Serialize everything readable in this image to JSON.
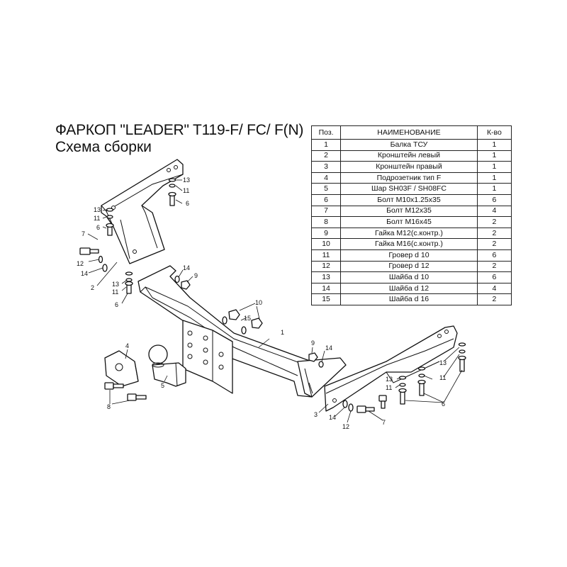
{
  "header": {
    "title": "ФАРКОП \"LEADER\" T119-F/ FC/ F(N)",
    "subtitle": "Схема сборки"
  },
  "table": {
    "headers": [
      "Поз.",
      "НАИМЕНОВАНИЕ",
      "К-во"
    ],
    "rows": [
      {
        "pos": "1",
        "name": "Балка ТСУ",
        "qty": "1"
      },
      {
        "pos": "2",
        "name": "Кронштейн левый",
        "qty": "1"
      },
      {
        "pos": "3",
        "name": "Кронштейн правый",
        "qty": "1"
      },
      {
        "pos": "4",
        "name": "Подрозетник тип F",
        "qty": "1"
      },
      {
        "pos": "5",
        "name": "Шар SH03F / SH08FC",
        "qty": "1"
      },
      {
        "pos": "6",
        "name": "Болт М10x1.25x35",
        "qty": "6"
      },
      {
        "pos": "7",
        "name": "Болт М12x35",
        "qty": "4"
      },
      {
        "pos": "8",
        "name": "Болт М16x45",
        "qty": "2"
      },
      {
        "pos": "9",
        "name": "Гайка М12(с.контр.)",
        "qty": "2"
      },
      {
        "pos": "10",
        "name": "Гайка  М16(с.контр.)",
        "qty": "2"
      },
      {
        "pos": "11",
        "name": "Гровер d 10",
        "qty": "6"
      },
      {
        "pos": "12",
        "name": "Гровер d 12",
        "qty": "2"
      },
      {
        "pos": "13",
        "name": "Шайба d 10",
        "qty": "6"
      },
      {
        "pos": "14",
        "name": "Шайба d 12",
        "qty": "4"
      },
      {
        "pos": "15",
        "name": "Шайба d 16",
        "qty": "2"
      }
    ]
  },
  "callouts": {
    "c1": "1",
    "c2": "2",
    "c3": "3",
    "c4": "4",
    "c5": "5",
    "c6": "6",
    "c7": "7",
    "c8": "8",
    "c9": "9",
    "c10": "10",
    "c11": "11",
    "c12": "12",
    "c13": "13",
    "c14": "14",
    "c15": "15"
  }
}
